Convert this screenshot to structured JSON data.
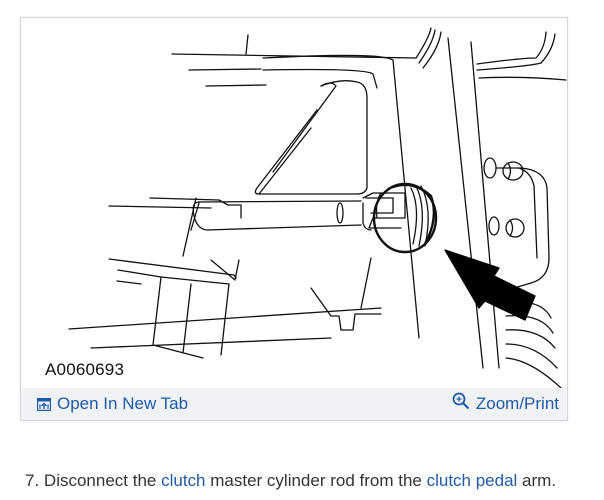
{
  "figure": {
    "id_label": "A0060693",
    "alt": "Clutch master cylinder rod connected to clutch pedal arm, arrow pointing to retaining clip"
  },
  "footer": {
    "open_tab_label": "Open In New Tab",
    "open_tab_icon": "open-in-new-tab-icon",
    "zoom_label": "Zoom/Print",
    "zoom_icon": "zoom-in-icon"
  },
  "instruction": {
    "step": "7.",
    "parts": [
      {
        "text": " Disconnect the ",
        "link": false
      },
      {
        "text": "clutch",
        "link": true
      },
      {
        "text": " master cylinder rod from the ",
        "link": false
      },
      {
        "text": "clutch pedal",
        "link": true
      },
      {
        "text": " arm.",
        "link": false
      }
    ]
  },
  "colors": {
    "link": "#1f5ba8",
    "footer_bg": "#f0f2f5",
    "text": "#333333"
  }
}
